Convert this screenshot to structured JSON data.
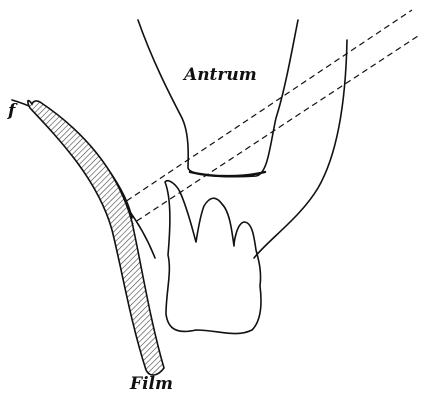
{
  "labels": {
    "antrum": "Antrum",
    "film": "Film",
    "film_edge": "f"
  },
  "colors": {
    "ink": "#111111",
    "background": "#ffffff"
  }
}
